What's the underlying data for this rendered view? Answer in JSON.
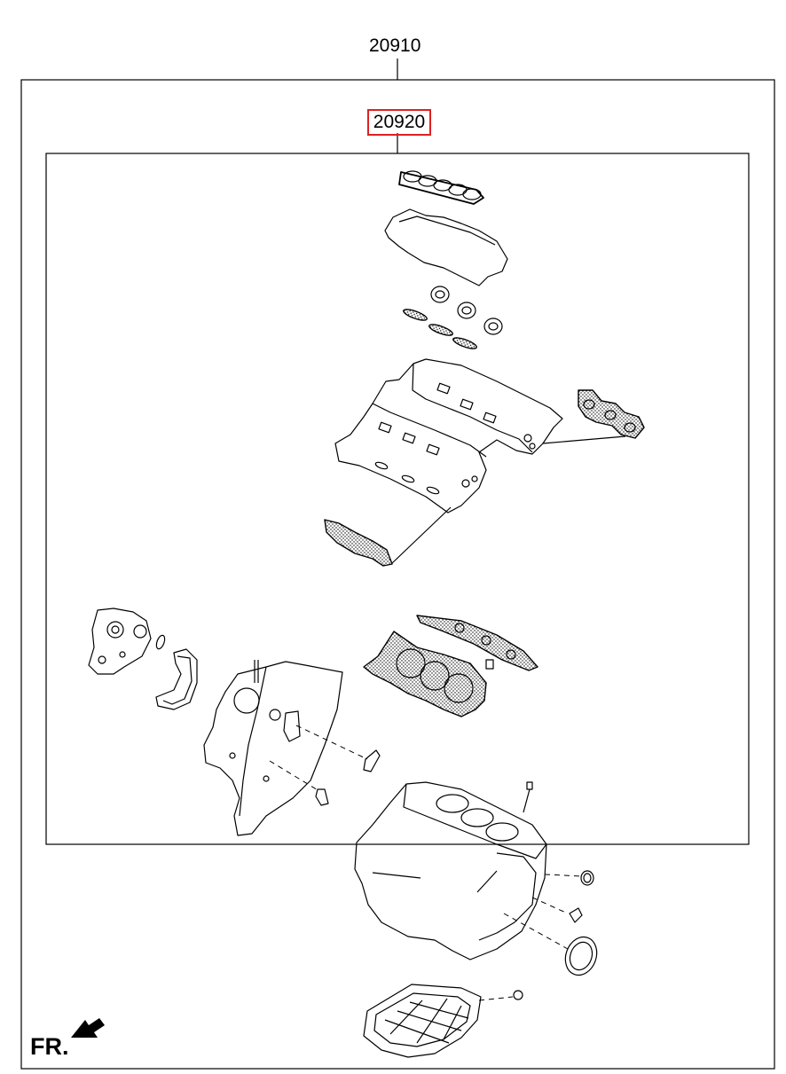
{
  "labels": {
    "outer_part_number": "20910",
    "inner_part_number": "20920",
    "front_indicator": "FR."
  },
  "colors": {
    "highlight_border": "#e02020",
    "line": "#000000",
    "background": "#ffffff"
  },
  "icons": {
    "front_arrow": "arrow-down-left-icon"
  }
}
